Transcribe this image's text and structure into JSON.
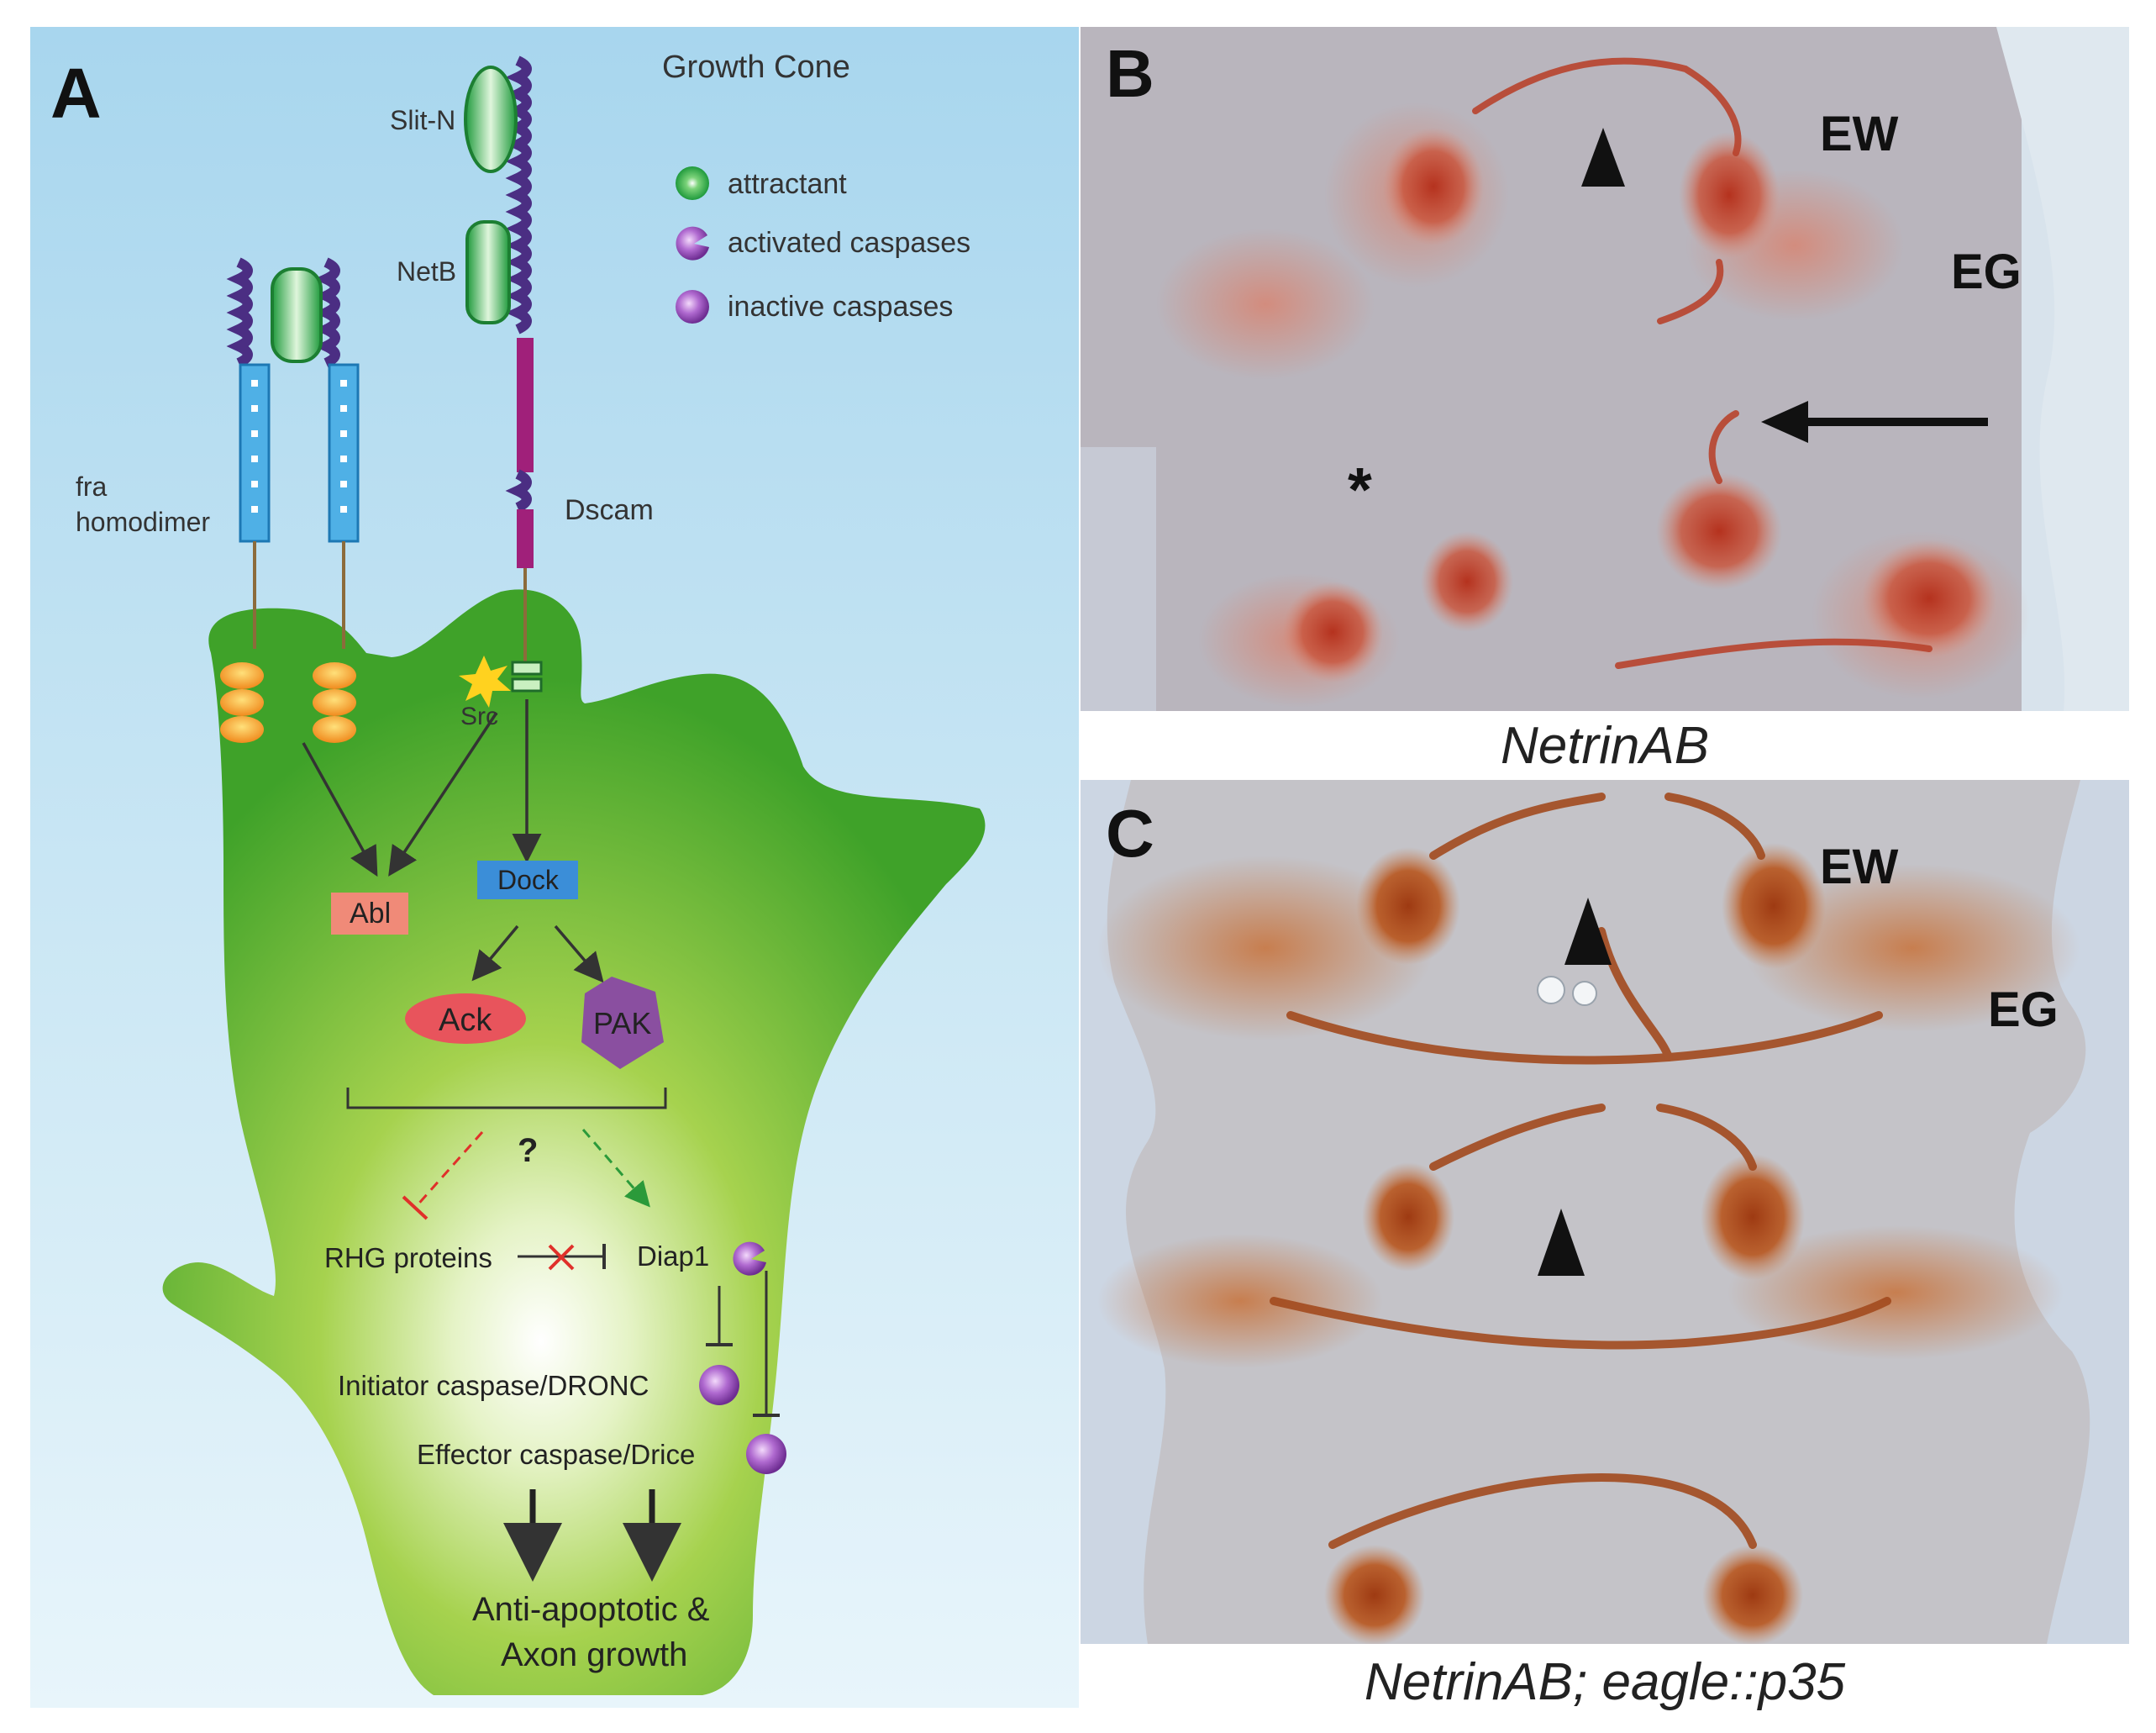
{
  "panel_a": {
    "letter": "A",
    "title": "Growth Cone",
    "legend": [
      {
        "label": "attractant",
        "icon": "attractant-icon"
      },
      {
        "label": "activated caspases",
        "icon": "activated-caspase-icon"
      },
      {
        "label": "inactive caspases",
        "icon": "inactive-caspase-icon"
      }
    ],
    "labels": {
      "slit_n": "Slit-N",
      "netb": "NetB",
      "fra_1": "fra",
      "fra_2": "homodimer",
      "dscam": "Dscam",
      "src": "Src",
      "dock": "Dock",
      "abl": "Abl",
      "ack": "Ack",
      "pak": "PAK",
      "question": "?",
      "rhg": "RHG proteins",
      "diap1": "Diap1",
      "initiator": "Initiator caspase/DRONC",
      "effector": "Effector caspase/Drice",
      "outcome_1": "Anti-apoptotic &",
      "outcome_2": "Axon growth"
    },
    "colors": {
      "background_top": "#b3dcef",
      "background_bottom": "#9fcde6",
      "growth_cone": "#6dbb2e",
      "receptor_blue": "#3a9fd9",
      "ig_domain": "#4b2e83",
      "dscam_magenta": "#a0207a",
      "abl_box": "#f08a78",
      "dock_box": "#3b8ed8",
      "ack": "#e8545c",
      "pak": "#8a4fa0",
      "caspase": "#9147b0",
      "inhibit_red": "#e0302a",
      "activate_green": "#2b9a3a"
    }
  },
  "panel_b": {
    "letter": "B",
    "labels": {
      "ew": "EW",
      "eg": "EG",
      "asterisk": "*"
    },
    "caption": "NetrinAB"
  },
  "panel_c": {
    "letter": "C",
    "labels": {
      "ew": "EW",
      "eg": "EG"
    },
    "caption": "NetrinAB; eagle::p35"
  }
}
